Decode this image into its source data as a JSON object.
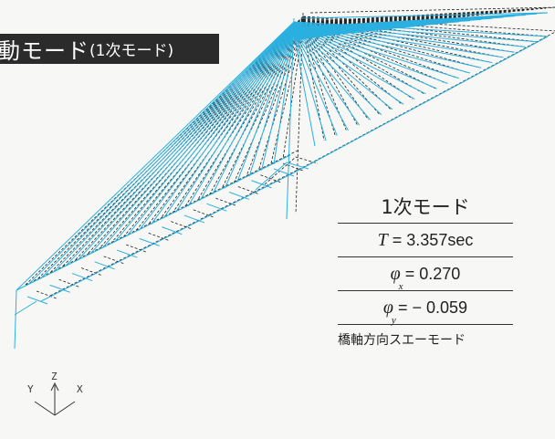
{
  "title": {
    "main": "動モード",
    "sub": "(1次モード)"
  },
  "table": {
    "heading": "1次モード",
    "rows": [
      {
        "symbol": "T",
        "subscript": "",
        "text": " = 3.357sec"
      },
      {
        "symbol": "φ",
        "subscript": "x",
        "text": " = 0.270"
      },
      {
        "symbol": "φ",
        "subscript": "y",
        "text": " = − 0.059"
      }
    ],
    "caption": "橋軸方向スエーモード"
  },
  "axes": {
    "y": "Y",
    "z": "Z",
    "x": "X"
  },
  "colors": {
    "deformed": "#2bb0e0",
    "original": "#222222",
    "title_bg": "#2b2b2b"
  }
}
